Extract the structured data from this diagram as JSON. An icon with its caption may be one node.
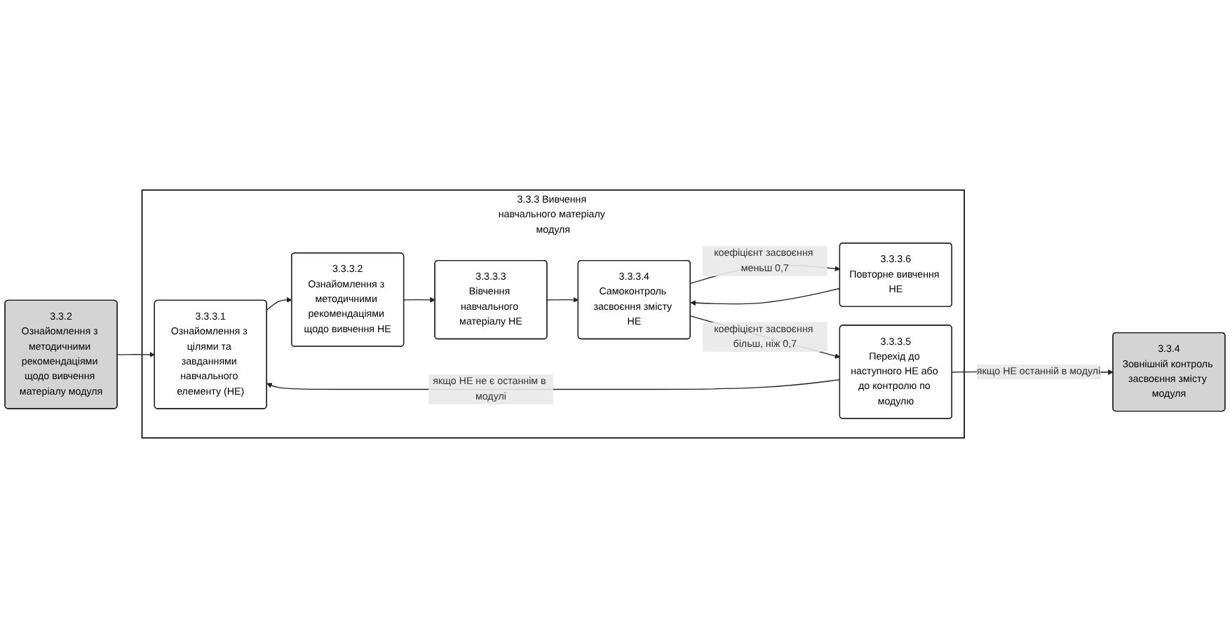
{
  "diagram": {
    "nodes": [
      {
        "text": [
          "3.3.2",
          "Ознайомлення з методичними рекомендаціями щодо вивчення матеріалу модуля"
        ]
      },
      {
        "text": [
          "3.3.3 Вивчення навчального матеріалу модуля"
        ]
      },
      {
        "text": [
          "3.3.3.1",
          "Ознайомлення з цілями та завданнями навчального елементу (НЕ)"
        ],
        "in": 1
      },
      {
        "text": [
          "3.3.3.2",
          "Ознайомлення з методичними рекомендаціями щодо вивчення НЕ"
        ],
        "in": 1
      },
      {
        "text": [
          "3.3.3.3",
          "Вівчення навчального матеріалу НЕ"
        ],
        "in": 1
      },
      {
        "text": [
          "3.3.3.4",
          "Самоконтроль засвоєння змісту НЕ"
        ],
        "in": 1
      },
      {
        "text": [
          "3.3.3.6",
          "Повторне вивчення НЕ"
        ],
        "in": 1
      },
      {
        "text": [
          "3.3.3.5",
          "Перехід до наступного НЕ або до контролю по модулю"
        ],
        "in": 1
      },
      {
        "text": [
          "3.3.4",
          "Зовнішній контроль засвоєння змісту модуля"
        ]
      }
    ],
    "edges": [
      {
        "from": 0,
        "to": 2,
        "arrow": "to"
      },
      {
        "from": 2,
        "to": 3,
        "arrow": "to"
      },
      {
        "from": 3,
        "to": 4,
        "arrow": "to"
      },
      {
        "from": 4,
        "to": 5,
        "arrow": "to"
      },
      {
        "from": 5,
        "to": 7,
        "arrow": "to",
        "label": "коефіцієнт засвоєння більш, ніж 0,7"
      },
      {
        "from": 5,
        "to": 6,
        "arrow": "to",
        "label": "коефіцієнт засвоєння меньш 0,7"
      },
      {
        "from": 6,
        "to": 5,
        "arrow": "to"
      },
      {
        "from": 7,
        "to": 2,
        "arrow": "to",
        "label": "якщо НЕ не є останнім в модулі"
      },
      {
        "from": 7,
        "to": 8,
        "arrow": "to",
        "label": "якщо НЕ останній в модулі"
      }
    ]
  }
}
